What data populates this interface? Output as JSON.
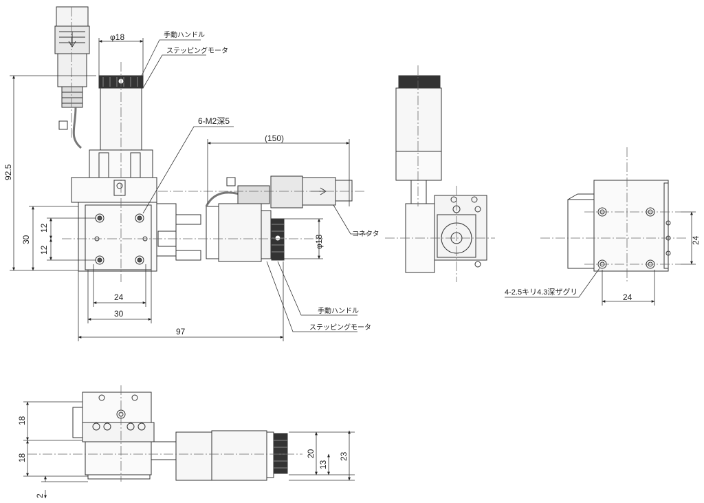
{
  "top_view": {
    "dim_phi18_top": "φ18",
    "label_handle_top": "手動ハンドル",
    "label_motor_top": "ステッピングモータ",
    "label_tapped_holes": "6-M2深5",
    "dim_150": "(150)",
    "dim_92_5": "92.5",
    "dim_30_left": "30",
    "dim_12_upper": "12",
    "dim_12_lower": "12",
    "dim_phi18_right": "φ18",
    "label_connector": "コネクタ",
    "dim_24_bottom": "24",
    "dim_30_bottom": "30",
    "dim_97": "97",
    "label_handle_bottom": "手動ハンドル",
    "label_motor_bottom": "ステッピングモータ"
  },
  "side_view": {
    "label_counterbore": "4-2.5キリ4.3深ザグリ",
    "dim_24_vertical": "24",
    "dim_24_horizontal": "24"
  },
  "front_view": {
    "dim_18_upper": "18",
    "dim_18_lower": "18",
    "dim_2": "2",
    "dim_20": "20",
    "dim_13": "13",
    "dim_23": "23"
  }
}
